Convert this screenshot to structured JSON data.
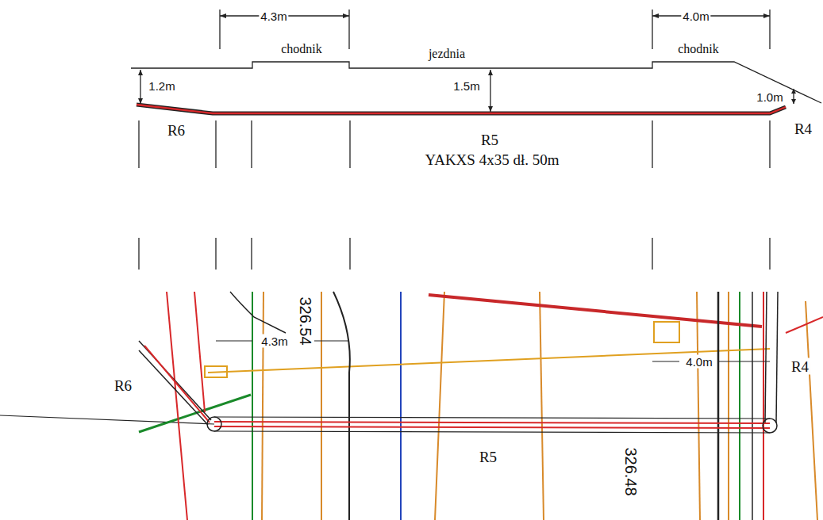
{
  "diagram": {
    "labels": [
      "4.3m",
      "4.0m",
      "chodnik",
      "jezdnia",
      "chodnik",
      "1.2m",
      "1.5m",
      "1.0m",
      "R6",
      "R5",
      "R4",
      "YAKXS 4x35 dł. 50m",
      "326.54",
      "R6",
      "4.3m",
      "4.0m",
      "R4",
      "326.48",
      "R5"
    ]
  }
}
